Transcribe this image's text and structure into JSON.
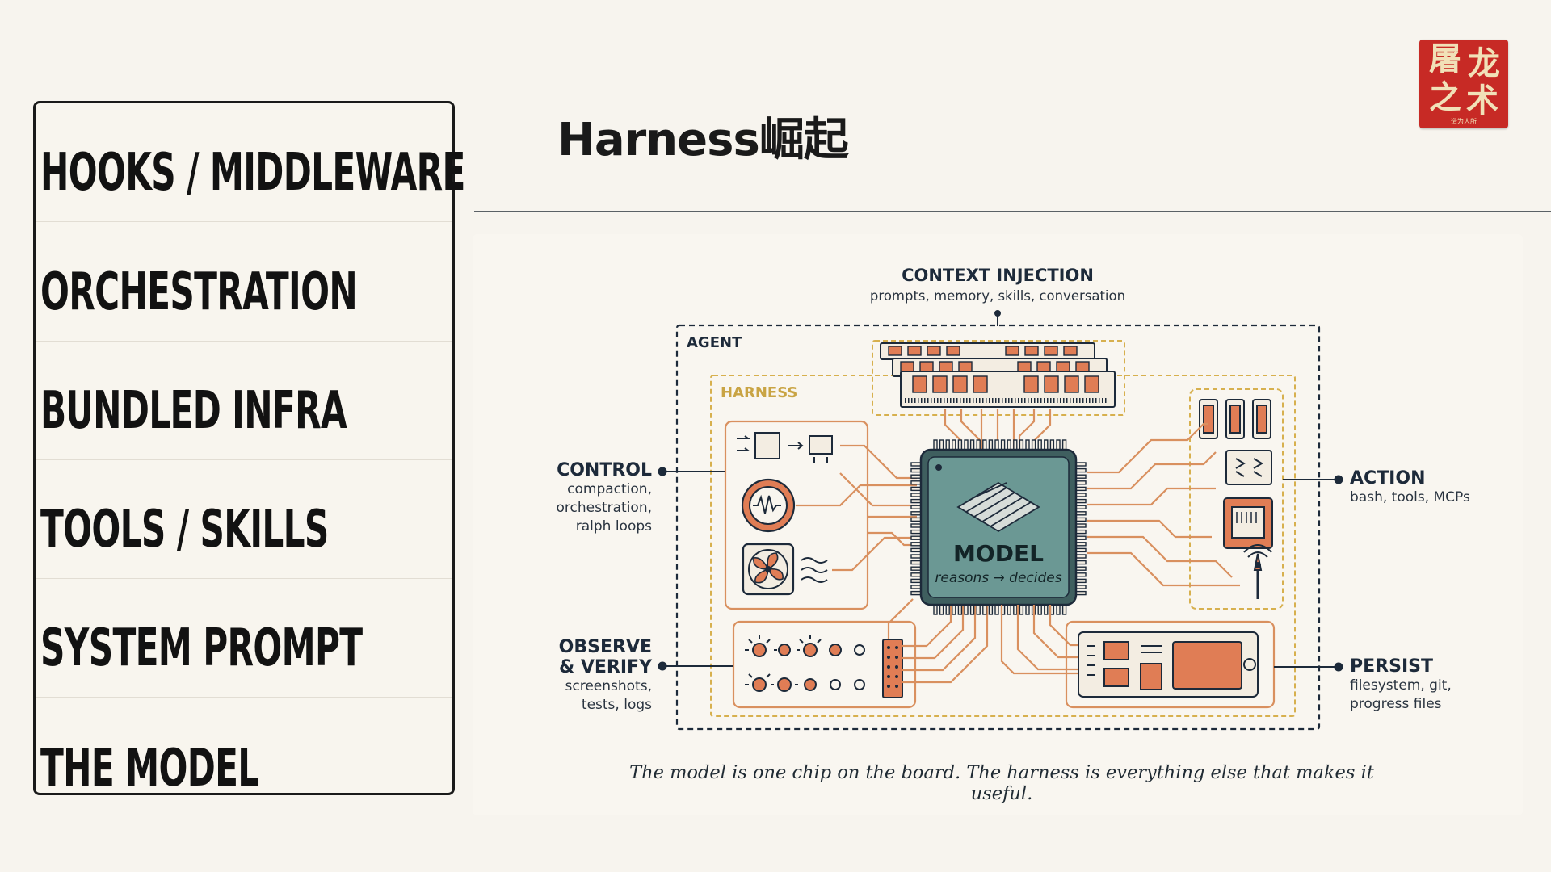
{
  "stack": {
    "layers": [
      {
        "label": "HOOKS / MIDDLEWARE"
      },
      {
        "label": "ORCHESTRATION"
      },
      {
        "label": "BUNDLED INFRA"
      },
      {
        "label": "TOOLS / SKILLS"
      },
      {
        "label": "SYSTEM PROMPT"
      },
      {
        "label": "THE MODEL"
      }
    ]
  },
  "title": "Harness崛起",
  "seal": {
    "glyphs": [
      "屠",
      "龙",
      "之",
      "术"
    ],
    "caption": "造为人所"
  },
  "diagram": {
    "context_injection": {
      "title": "CONTEXT INJECTION",
      "subtitle": "prompts, memory, skills, conversation"
    },
    "agent_label": "AGENT",
    "harness_label": "HARNESS",
    "model": {
      "title": "MODEL",
      "subtitle": "reasons → decides"
    },
    "control": {
      "title": "CONTROL",
      "lines": [
        "compaction,",
        "orchestration,",
        "ralph loops"
      ]
    },
    "observe": {
      "title_lines": [
        "OBSERVE",
        "& VERIFY"
      ],
      "lines": [
        "screenshots,",
        "tests, logs"
      ]
    },
    "action": {
      "title": "ACTION",
      "lines": [
        "bash, tools, MCPs"
      ]
    },
    "persist": {
      "title": "PERSIST",
      "lines": [
        "filesystem, git,",
        "progress files"
      ]
    },
    "caption": "The model is one chip on the board. The harness is everything else that makes it useful."
  },
  "colors": {
    "background": "#f7f4ee",
    "trace": "#d9905f",
    "chip": "#5f8f8c",
    "component": "#e07d55",
    "harness_frame": "#d7b04e",
    "ink": "#1d2a3a",
    "seal": "#c72a25"
  }
}
